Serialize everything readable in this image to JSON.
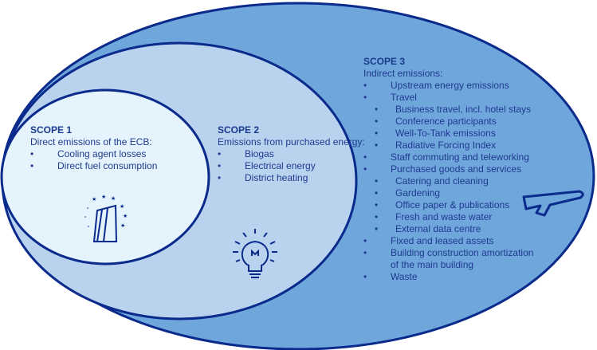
{
  "colors": {
    "outline": "#0a2a8c",
    "scope3_fill": "#6fa6dc",
    "scope2_fill": "#b9d3ef",
    "scope1_fill": "#e5f4fc",
    "text": "#1f3a8f"
  },
  "scope1": {
    "title": "SCOPE 1",
    "subtitle": "Direct emissions of the ECB:",
    "items": [
      {
        "text": "Cooling agent losses",
        "level": 1
      },
      {
        "text": "Direct fuel consumption",
        "level": 1
      }
    ],
    "icon": "ecb-building-stars-icon"
  },
  "scope2": {
    "title": "SCOPE 2",
    "subtitle": "Emissions from purchased energy:",
    "items": [
      {
        "text": "Biogas",
        "level": 1
      },
      {
        "text": "Electrical energy",
        "level": 1
      },
      {
        "text": "District heating",
        "level": 1
      }
    ],
    "icon": "light-bulb-icon"
  },
  "scope3": {
    "title": "SCOPE 3",
    "subtitle": "Indirect emissions:",
    "items": [
      {
        "text": "Upstream energy emissions",
        "level": 1
      },
      {
        "text": "Travel",
        "level": 1
      },
      {
        "text": "Business travel, incl. hotel stays",
        "level": 2
      },
      {
        "text": "Conference participants",
        "level": 2
      },
      {
        "text": "Well-To-Tank emissions",
        "level": 2
      },
      {
        "text": "Radiative Forcing Index",
        "level": 2
      },
      {
        "text": "Staff commuting and teleworking",
        "level": 1
      },
      {
        "text": "Purchased goods and services",
        "level": 1
      },
      {
        "text": "Catering and cleaning",
        "level": 2
      },
      {
        "text": "Gardening",
        "level": 2
      },
      {
        "text": "Office paper & publications",
        "level": 2
      },
      {
        "text": "Fresh and waste water",
        "level": 2
      },
      {
        "text": "External data centre",
        "level": 2
      },
      {
        "text": "Fixed and leased assets",
        "level": 1
      },
      {
        "text": "Building construction amortization of the main building",
        "level": 1
      },
      {
        "text": "Waste",
        "level": 1
      }
    ],
    "icon": "airplane-icon"
  }
}
